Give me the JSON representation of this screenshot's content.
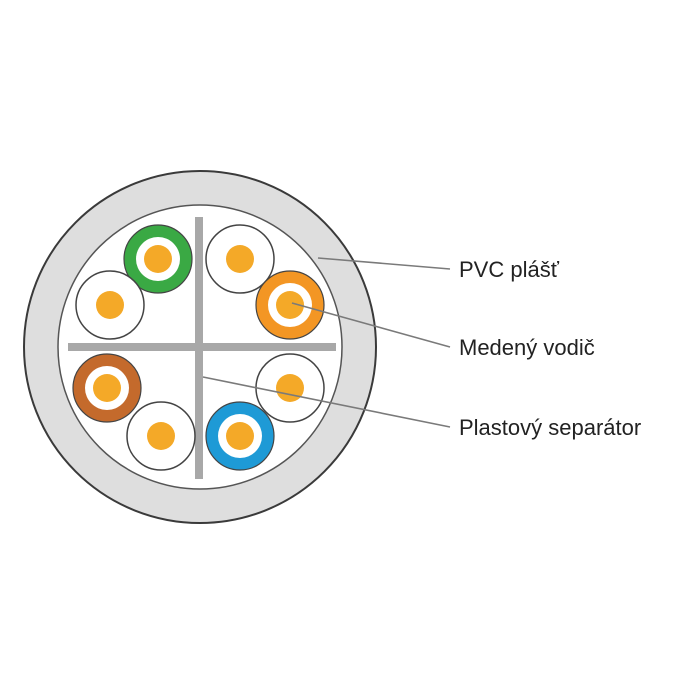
{
  "labels": {
    "jacket": "PVC plášť",
    "conductor": "Medený vodič",
    "separator": "Plastový separátor"
  },
  "colors": {
    "outer_ring_stroke": "#3a3a3a",
    "jacket_fill": "#dedede",
    "inner_fill": "#ffffff",
    "separator": "#a8a8a8",
    "copper_core": "#f4a928",
    "green": "#3aa944",
    "orange": "#f39624",
    "brown": "#c46a2c",
    "blue": "#1e9ad6",
    "white_insulation": "#ffffff",
    "leader_line": "#7a7a7a"
  },
  "wires": [
    {
      "name": "green-wire",
      "insulation": "green"
    },
    {
      "name": "white-wire-top-right",
      "insulation": "white"
    },
    {
      "name": "white-wire-left-upper",
      "insulation": "white"
    },
    {
      "name": "orange-wire",
      "insulation": "orange"
    },
    {
      "name": "brown-wire",
      "insulation": "brown"
    },
    {
      "name": "white-wire-right-lower",
      "insulation": "white"
    },
    {
      "name": "white-wire-bottom-left",
      "insulation": "white"
    },
    {
      "name": "blue-wire",
      "insulation": "blue"
    }
  ]
}
